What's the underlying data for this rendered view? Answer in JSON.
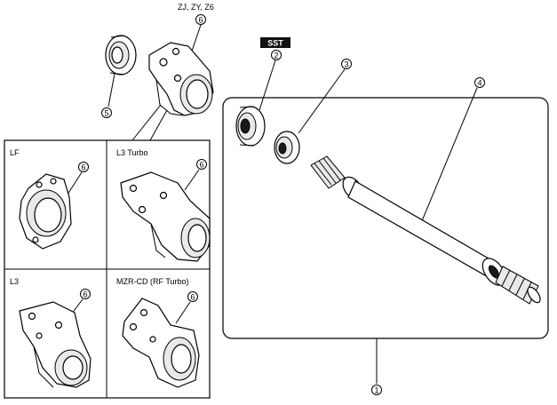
{
  "header": {
    "engine_codes": "ZJ, ZY, Z6"
  },
  "sst_badge": "SST",
  "callouts": {
    "c1": "1",
    "c2": "2",
    "c3": "3",
    "c4": "4",
    "c5": "5",
    "c6_top": "6",
    "c6_lf": "6",
    "c6_l3turbo": "6",
    "c6_l3": "6",
    "c6_mzr": "6"
  },
  "variants": {
    "lf": "LF",
    "l3_turbo": "L3 Turbo",
    "l3": "L3",
    "mzr": "MZR-CD (RF Turbo)"
  },
  "icons": {
    "callout": "circled-number-icon",
    "bearing": "bearing-icon",
    "bracket": "bracket-icon",
    "shaft": "shaft-icon"
  }
}
